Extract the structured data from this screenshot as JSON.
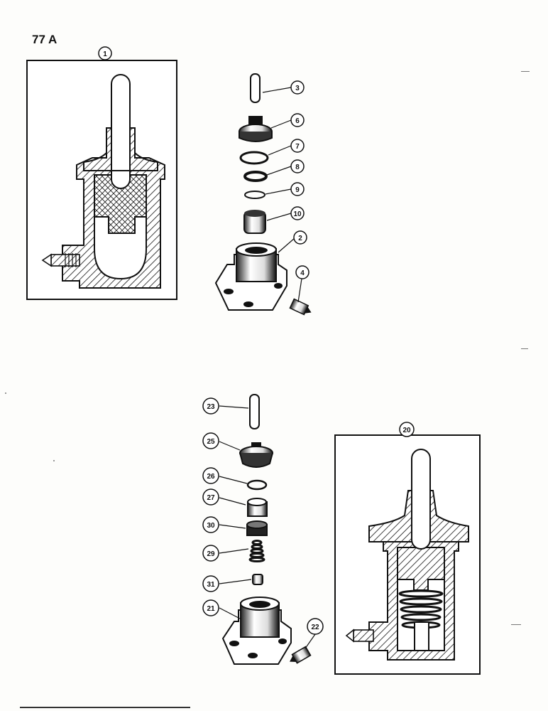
{
  "page": {
    "number": "77 A"
  },
  "callouts": {
    "c1": "1",
    "c2": "2",
    "c3": "3",
    "c4": "4",
    "c6": "6",
    "c7": "7",
    "c8": "8",
    "c9": "9",
    "c10": "10",
    "c20": "20",
    "c21": "21",
    "c22": "22",
    "c23": "23",
    "c25": "25",
    "c26": "26",
    "c27": "27",
    "c29": "29",
    "c30": "30",
    "c31": "31"
  }
}
